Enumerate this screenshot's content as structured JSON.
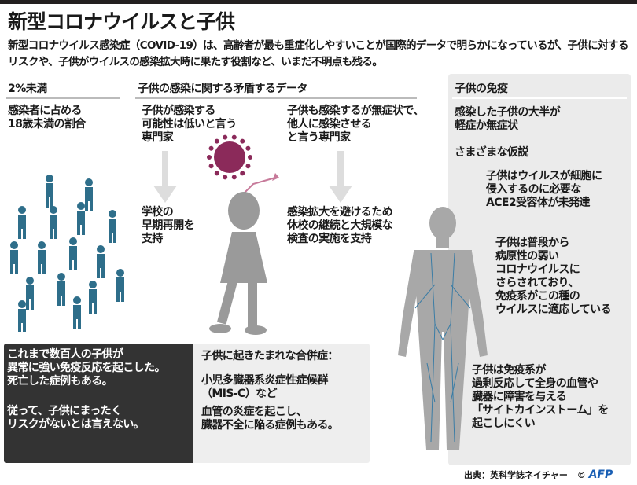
{
  "title": "新型コロナウイルスと子供",
  "intro": "新型コロナウイルス感染症（COVID-19）は、高齢者が最も重症化しやすいことが国際的データで明らかになっているが、子供に対するリスクや、子供がウイルスの感染拡大時に果たす役割など、いまだ不明点も残る。",
  "col1": {
    "header": "2%未満",
    "text": "感染者に占める\n18歳未満の割合"
  },
  "col2": {
    "header": "子供の感染に関する矛盾するデータ",
    "left_claim": "子供が感染する\n可能性は低いと言う\n専門家",
    "left_result": "学校の\n早期再開を\n支持",
    "right_claim": "子供も感染するが無症状で、\n他人に感染させる\nと言う専門家",
    "right_result": "感染拡大を避けるため\n休校の継続と大規模な\n検査の実施を支持"
  },
  "dark_box": {
    "p1": "これまで数百人の子供が\n異常に強い免疫反応を起こした。\n死亡した症例もある。",
    "p2": "従って、子供にまったく\nリスクがないとは言えない。"
  },
  "light_box": {
    "heading": "子供に起きたまれな合併症：",
    "p1": "小児多臓器系炎症性症候群\n（MIS-C）など",
    "p2": "血管の炎症を起こし、\n臓器不全に陥る症例もある。"
  },
  "immunity": {
    "header": "子供の免疫",
    "summary": "感染した子供の大半が\n軽症か無症状",
    "hypotheses": "さまざまな仮説",
    "h1": "子供はウイルスが細胞に\n侵入するのに必要な\nACE2受容体が未発達",
    "h2": "子供は普段から\n病原性の弱い\nコロナウイルスに\nさらされており、\n免疫系がこの種の\nウイルスに適応している",
    "h3": "子供は免疫系が\n過剰反応して全身の血管や\n臓器に障害を与える\n「サイトカインストーム」を\n起こしにくい"
  },
  "footer": {
    "source": "出典：英科学誌ネイチャー",
    "copyright": "©",
    "logo": "AFP"
  },
  "colors": {
    "figures": "#2e6e8a",
    "virus": "#8b2a5a",
    "silhouette": "#9a9a9a",
    "dark": "#333333",
    "panel": "#ebebeb",
    "afp": "#1a5fb4"
  }
}
